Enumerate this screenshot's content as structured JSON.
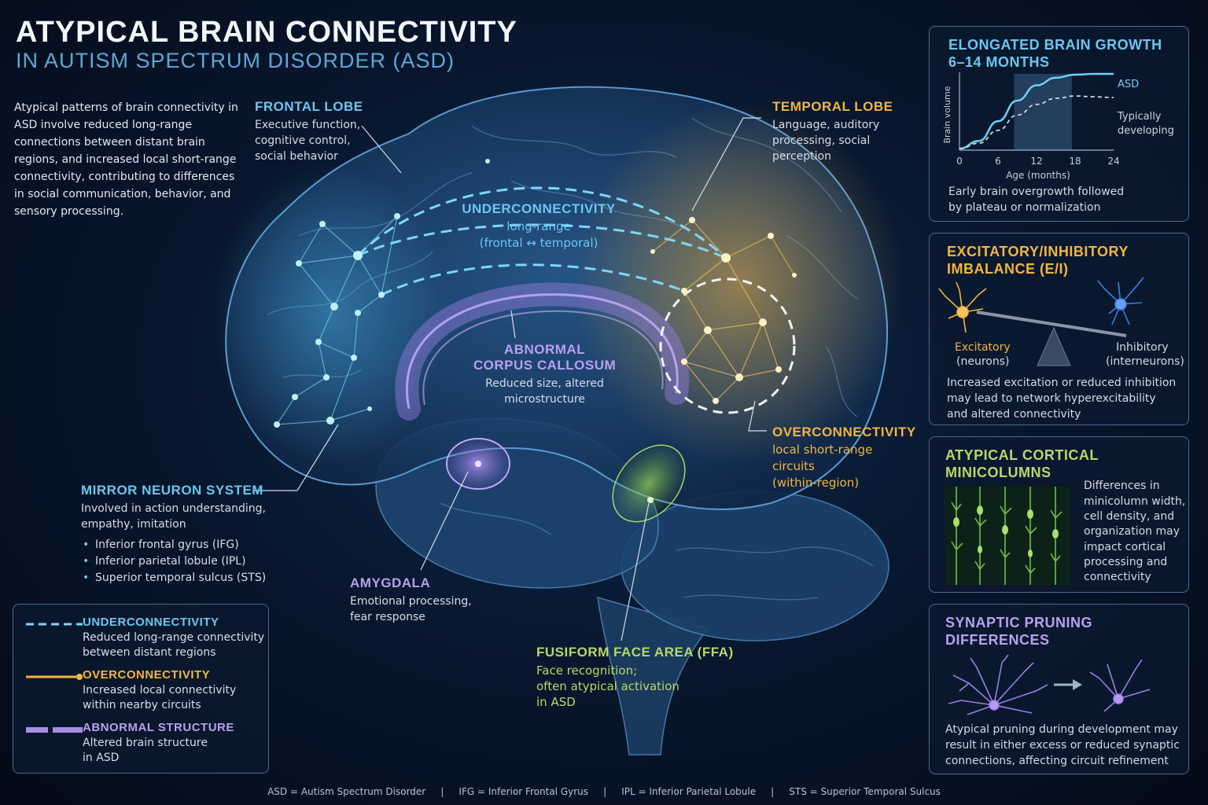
{
  "title": "ATYPICAL BRAIN CONNECTIVITY",
  "subtitle": "IN AUTISM SPECTRUM DISORDER (ASD)",
  "intro": "Atypical patterns of brain connectivity in ASD involve reduced long-range connections between distant brain regions, and increased local short-range connectivity, contributing to differences in social communication, behavior, and sensory processing.",
  "frontal": {
    "title": "FRONTAL LOBE",
    "lines": [
      "Executive function,",
      "cognitive control,",
      "social behavior"
    ]
  },
  "temporal": {
    "title": "TEMPORAL LOBE",
    "lines": [
      "Language, auditory",
      "processing, social",
      "perception"
    ]
  },
  "under": {
    "title": "UNDERCONNECTIVITY",
    "lines": [
      "long-range",
      "(frontal ↔ temporal)"
    ]
  },
  "corpus": {
    "title1": "ABNORMAL",
    "title2": "CORPUS CALLOSUM",
    "lines": [
      "Reduced size, altered",
      "microstructure"
    ]
  },
  "over": {
    "title": "OVERCONNECTIVITY",
    "lines": [
      "local short-range",
      "circuits",
      "(within-region)"
    ]
  },
  "mirror": {
    "title": "MIRROR NEURON SYSTEM",
    "lines": [
      "Involved in action understanding,",
      "empathy, imitation"
    ],
    "items": [
      "Inferior frontal gyrus (IFG)",
      "Inferior parietal lobule (IPL)",
      "Superior temporal sulcus (STS)"
    ]
  },
  "amygdala": {
    "title": "AMYGDALA",
    "lines": [
      "Emotional processing,",
      "fear response"
    ]
  },
  "ffa": {
    "title": "FUSIFORM FACE AREA (FFA)",
    "lines": [
      "Face recognition;",
      "often atypical activation",
      "in ASD"
    ]
  },
  "legend": [
    {
      "title": "UNDERCONNECTIVITY",
      "lines": [
        "Reduced long-range connectivity",
        "between distant regions"
      ]
    },
    {
      "title": "OVERCONNECTIVITY",
      "lines": [
        "Increased local connectivity",
        "within nearby circuits"
      ]
    },
    {
      "title": "ABNORMAL STRUCTURE",
      "lines": [
        "Altered brain structure",
        "in ASD"
      ]
    }
  ],
  "growth": {
    "title1": "ELONGATED BRAIN GROWTH",
    "title2": "6–14 MONTHS",
    "ylabel": "Brain volume",
    "xlabel": "Age (months)",
    "series_asd": "ASD",
    "series_td1": "Typically",
    "series_td2": "developing",
    "text": [
      "Early brain overgrowth followed",
      "by plateau or normalization"
    ]
  },
  "chart_data": {
    "type": "line",
    "xlabel": "Age (months)",
    "ylabel": "Brain volume",
    "xlim": [
      0,
      24
    ],
    "xticks": [
      0,
      6,
      12,
      18,
      24
    ],
    "highlight_range": [
      8.5,
      17.5
    ],
    "series": [
      {
        "name": "ASD",
        "x": [
          0,
          3,
          6,
          9,
          12,
          15,
          18,
          21,
          24
        ],
        "y": [
          0.02,
          0.12,
          0.38,
          0.65,
          0.85,
          0.95,
          0.99,
          1.0,
          1.0
        ],
        "style": "solid",
        "color": "#6fd0f5"
      },
      {
        "name": "Typically developing",
        "x": [
          0,
          3,
          6,
          9,
          12,
          15,
          18,
          21,
          24
        ],
        "y": [
          0.02,
          0.09,
          0.26,
          0.46,
          0.6,
          0.68,
          0.71,
          0.7,
          0.69
        ],
        "style": "dashed",
        "color": "#cdd6e2"
      }
    ]
  },
  "ei": {
    "title1": "EXCITATORY/INHIBITORY",
    "title2": "IMBALANCE (E/I)",
    "exc1": "Excitatory",
    "exc2": "(neurons)",
    "inh1": "Inhibitory",
    "inh2": "(interneurons)",
    "text": [
      "Increased excitation or reduced inhibition",
      "may lead to network hyperexcitability",
      "and altered connectivity"
    ]
  },
  "mini": {
    "title1": "ATYPICAL CORTICAL",
    "title2": "MINICOLUMNS",
    "text": [
      "Differences in",
      "minicolumn width,",
      "cell density, and",
      "organization may",
      "impact cortical",
      "processing and",
      "connectivity"
    ]
  },
  "prune": {
    "title1": "SYNAPTIC PRUNING",
    "title2": "DIFFERENCES",
    "text": [
      "Atypical pruning during development may",
      "result in either excess or reduced synaptic",
      "connections, affecting circuit refinement"
    ]
  },
  "footer": "ASD = Autism Spectrum Disorder     |     IFG = Inferior Frontal Gyrus     |     IPL = Inferior Parietal Lobule     |     STS = Superior Temporal Sulcus",
  "colors": {
    "under": "#6dc6ee",
    "over": "#f2b540",
    "structure": "#b9a0ee",
    "ffa": "#b6d86a",
    "panel_border": "#4d6b8c"
  }
}
